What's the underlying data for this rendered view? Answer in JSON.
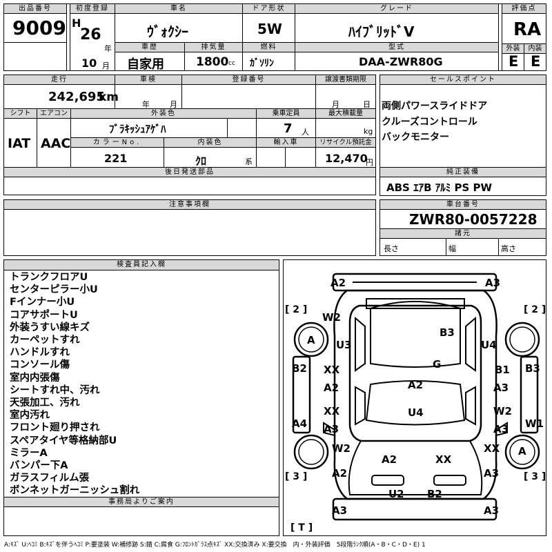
{
  "header": {
    "lot_label": "出品番号",
    "lot_no": "9009",
    "first_reg_label": "初度登録",
    "era": "H",
    "year": "26",
    "year_unit": "年",
    "month": "10",
    "month_unit": "月",
    "car_name_label": "車名",
    "car_name": "ｳﾞｫｸｼｰ",
    "door_label": "ドア形状",
    "door": "5W",
    "grade_label": "グレード",
    "grade": "ﾊｲﾌﾞﾘｯﾄﾞV",
    "score_label": "評価点",
    "score": "RA",
    "history_label": "車歴",
    "history": "自家用",
    "displacement_label": "排気量",
    "displacement": "1800",
    "displacement_unit": "cc",
    "fuel_label": "燃料",
    "fuel": "ｶﾞｿﾘﾝ",
    "model_label": "型式",
    "model": "DAA-ZWR80G",
    "exterior_label": "外装",
    "exterior": "E",
    "interior_label": "内装",
    "interior": "E"
  },
  "row2": {
    "mileage_label": "走行",
    "mileage": "242,695",
    "mileage_unit": "km",
    "inspection_label": "車検",
    "insp_year_unit": "年",
    "insp_month_unit": "月",
    "plate_label": "登録番号",
    "transfer_label": "譲渡書類期限",
    "transfer_month_unit": "月",
    "transfer_day_unit": "日",
    "shift_label": "シフト",
    "shift": "IAT",
    "ac_label": "エアコン",
    "ac": "AAC",
    "color_label": "外装色",
    "color": "ﾌﾞﾗｷｯｼｭｱｹﾞﾊ",
    "capacity_label": "乗車定員",
    "capacity": "7",
    "capacity_unit": "人",
    "load_label": "最大積載量",
    "load_unit": "kg",
    "color_no_label": "カラーNo.",
    "color_no": "221",
    "int_color_label": "内装色",
    "int_color": "ｸﾛ",
    "int_color_unit": "系",
    "import_label": "輸入車",
    "recycle_label": "リサイクル預託金",
    "recycle": "12,470",
    "recycle_unit": "円",
    "later_parts_label": "後日発送部品"
  },
  "sales_points": {
    "label": "セールスポイント",
    "items": [
      "両側パワースライドドア",
      "クルーズコントロール",
      "バックモニター"
    ]
  },
  "genuine": {
    "label": "純正装備",
    "value": "ABS ｴｱB ｱﾙﾐ PS PW"
  },
  "notes": {
    "label": "注意事項欄"
  },
  "chassis": {
    "label": "車台番号",
    "value": "ZWR80-0057228",
    "dims_label": "諸元",
    "length_label": "長さ",
    "width_label": "幅",
    "height_label": "高さ"
  },
  "inspector": {
    "label": "検査員記入欄",
    "items": [
      "トランクフロアU",
      "センターピラー小U",
      "Fインナー小U",
      "コアサポートU",
      "外装うすい線キズ",
      "カーペットすれ",
      "ハンドルすれ",
      "コンソール傷",
      "室内内張傷",
      "シートすれ中、汚れ",
      "天張加工、汚れ",
      "室内汚れ",
      "フロント廻り押され",
      "スペアタイヤ等格納部U",
      "ミラーA",
      "バンパー下A",
      "ガラスフィルム張",
      "ボンネットガーニッシュ割れ"
    ]
  },
  "office": {
    "label": "事務局よりご案内"
  },
  "diagram": {
    "marks": {
      "a2_rear_left": "A2",
      "a3_rear_right": "A3",
      "bracket_left_top": "[ 2 ]",
      "bracket_right_top": "[ 2 ]",
      "w2_left_rear": "W2",
      "b3_roof_rear": "B3",
      "tire_a_left": "A",
      "u3_left": "U3",
      "u4_right": "U4",
      "g_center": "G",
      "b2_left": "B2",
      "xx_left_1": "XX",
      "b1_right": "B1",
      "b3_right": "B3",
      "a2_left_1": "A2",
      "a2_center": "A2",
      "a3_right_1": "A3",
      "xx_left_2": "XX",
      "w2_right": "W2",
      "a4_left": "A4",
      "a3_left_2": "A3",
      "u4_center": "U4",
      "a3_right_2": "A3",
      "w1_right": "W1",
      "w2_left_front": "W2",
      "xx_right_front": "XX",
      "tire_a_right": "A",
      "a2_bonnet": "A2",
      "xx_bonnet": "XX",
      "bracket_left_bottom": "[ 3 ]",
      "bracket_right_bottom": "[ 3 ]",
      "a2_front_left": "A2",
      "a3_front_right": "A3",
      "u2_bumper": "U2",
      "b2_bumper": "B2",
      "a3_bumper_left": "A3",
      "a3_bumper_right": "A3",
      "bracket_t": "[ T ]"
    }
  },
  "legend": "A:ｷｽﾞ U:ﾍｺﾐ B:ｷｽﾞを伴うﾍｺﾐ P:要塗装 W:補修跡 S:錆 C:腐食 G:ﾌﾛﾝﾄｶﾞﾗｽ点ｷｽﾞ XX:交換済み X:要交換　内・外装評価　5段階ﾗﾝｸ順(A・B・C・D・E) 1"
}
